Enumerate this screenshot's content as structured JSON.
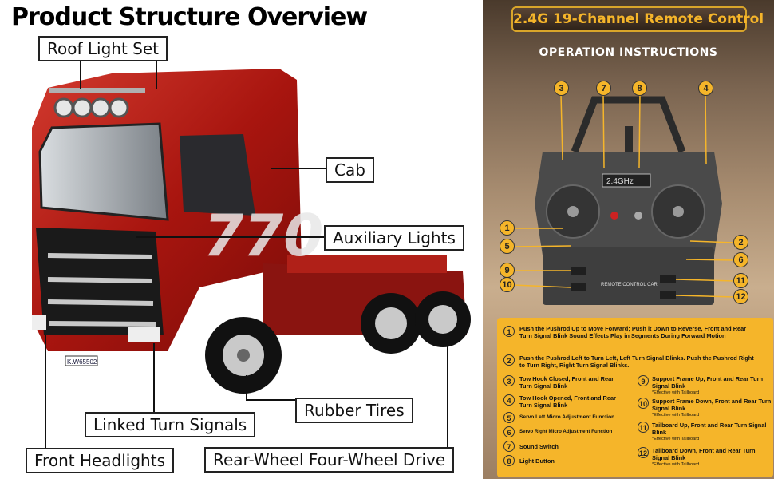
{
  "left": {
    "title": "Product Structure Overview",
    "callouts": {
      "roof_light_set": "Roof Light Set",
      "cab": "Cab",
      "auxiliary_lights": "Auxiliary Lights",
      "linked_turn_signals": "Linked Turn Signals",
      "rubber_tires": "Rubber Tires",
      "front_headlights": "Front Headlights",
      "rear_wheel_drive": "Rear-Wheel Four-Wheel Drive"
    },
    "truck_number": "770",
    "plate": "K.W65502"
  },
  "right": {
    "title": "2.4G 19-Channel Remote Control",
    "subtitle": "OPERATION INSTRUCTIONS",
    "remote_label": "REMOTE CONTROL CAR",
    "remote_badge": "2.4GHz",
    "badges": [
      "1",
      "2",
      "3",
      "4",
      "5",
      "6",
      "7",
      "8",
      "9",
      "10",
      "11",
      "12"
    ],
    "instructions": [
      {
        "num": "1",
        "text": "Push the Pushrod Up to Move Forward; Push it Down to Reverse, Front and Rear Turn Signal Blink Sound Effects Play in Segments During Forward Motion",
        "note": ""
      },
      {
        "num": "2",
        "text": "Push the Pushrod Left to Turn Left, Left Turn Signal Blinks. Push the Pushrod Right to Turn Right, Right Turn Signal Blinks.",
        "note": ""
      },
      {
        "num": "3",
        "text": "Tow Hook Closed, Front and Rear Turn Signal Blink",
        "note": ""
      },
      {
        "num": "4",
        "text": "Tow Hook Opened, Front and Rear Turn Signal Blink",
        "note": ""
      },
      {
        "num": "5",
        "text": "Servo Left Micro Adjustment Function",
        "note": ""
      },
      {
        "num": "6",
        "text": "Servo Right Micro Adjustment Function",
        "note": ""
      },
      {
        "num": "7",
        "text": "Sound Switch",
        "note": ""
      },
      {
        "num": "8",
        "text": "Light Button",
        "note": ""
      },
      {
        "num": "9",
        "text": "Support Frame Up, Front and Rear Turn Signal Blink",
        "note": "*Effective with Tailboard"
      },
      {
        "num": "10",
        "text": "Support Frame Down, Front and Rear Turn Signal Blink",
        "note": "*Effective with Tailboard"
      },
      {
        "num": "11",
        "text": "Tailboard Up, Front and Rear Turn Signal Blink",
        "note": "*Effective with Tailboard"
      },
      {
        "num": "12",
        "text": "Tailboard Down, Front and Rear Turn Signal Blink",
        "note": "*Effective with Tailboard"
      }
    ]
  }
}
